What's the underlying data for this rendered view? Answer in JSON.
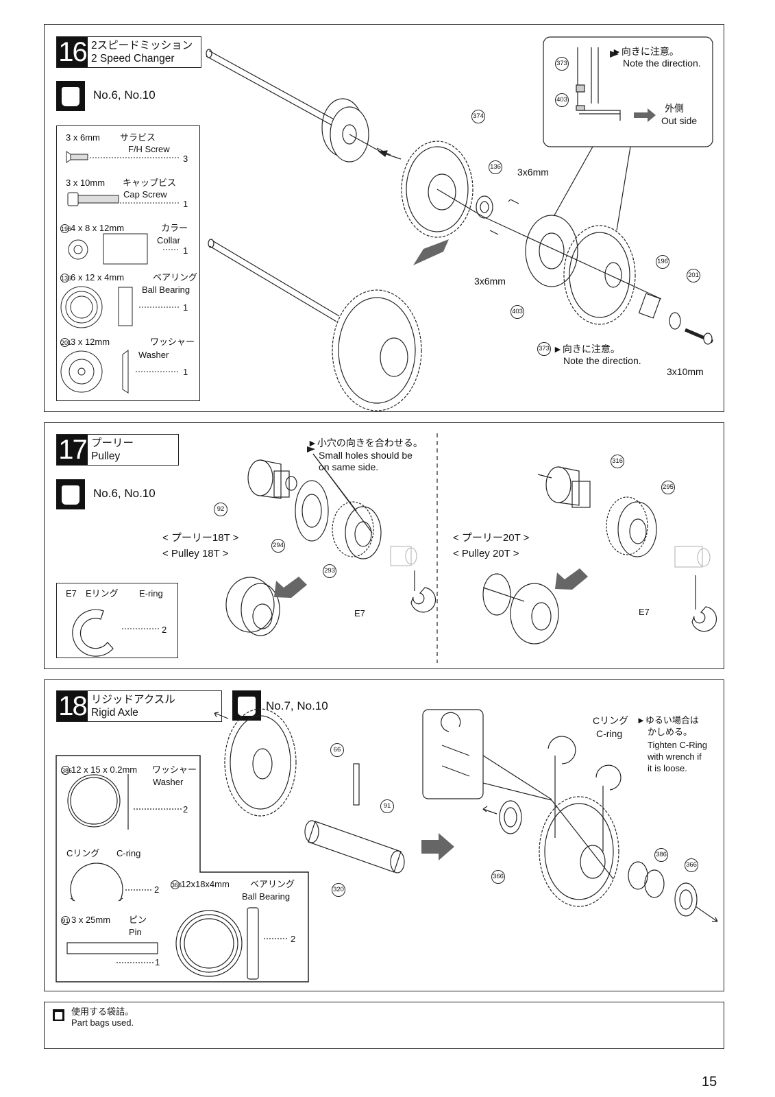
{
  "steps": {
    "s16": {
      "number": "16",
      "title_ja": "2スピードミッション",
      "title_en": "2 Speed Changer",
      "bags": "No.6, No.10",
      "parts": [
        {
          "no": "",
          "size": "3 x 6mm",
          "name_ja": "サラビス",
          "name_en": "F/H Screw",
          "qty": "3"
        },
        {
          "no": "",
          "size": "3 x 10mm",
          "name_ja": "キャップビス",
          "name_en": "Cap Screw",
          "qty": "1"
        },
        {
          "no": "196",
          "size": "4 x 8 x 12mm",
          "name_ja": "カラー",
          "name_en": "Collar",
          "qty": "1"
        },
        {
          "no": "136",
          "size": "6 x 12 x 4mm",
          "name_ja": "ベアリング",
          "name_en": "Ball Bearing",
          "qty": "1"
        },
        {
          "no": "201",
          "size": "3 x 12mm",
          "name_ja": "ワッシャー",
          "name_en": "Washer",
          "qty": "1"
        }
      ],
      "inset": {
        "note_ja": "►向きに注意。",
        "note_en": "Note the direction.",
        "out_ja": "外側",
        "out_en": "Out side",
        "c1": "373",
        "c2": "403"
      },
      "callouts": {
        "c374": "374",
        "c136": "136",
        "c196": "196",
        "c201": "201",
        "c403": "403",
        "c373": "373"
      },
      "labels": {
        "screw_a": "3x6mm",
        "screw_b": "3x6mm",
        "screw_c": "3x10mm",
        "note_ja": "►向きに注意。",
        "note_en": "Note the direction."
      }
    },
    "s17": {
      "number": "17",
      "title_ja": "プーリー",
      "title_en": "Pulley",
      "bags": "No.6, No.10",
      "note_ja": "►小穴の向きを合わせる。",
      "note_en1": "Small holes should be",
      "note_en2": "on same side.",
      "left_ja": "< プーリー18T >",
      "left_en": "< Pulley 18T >",
      "right_ja": "< プーリー20T >",
      "right_en": "< Pulley 20T >",
      "parts": [
        {
          "code": "E7",
          "name_ja": "Eリング",
          "name_en": "E-ring",
          "qty": "2"
        }
      ],
      "e7a": "E7",
      "e7b": "E7",
      "callouts": {
        "c92": "92",
        "c294": "294",
        "c293": "293",
        "c316": "316",
        "c295": "295"
      }
    },
    "s18": {
      "number": "18",
      "title_ja": "リジッドアクスル",
      "title_en": "Rigid Axle",
      "bags": "No.7, No.10",
      "parts": [
        {
          "no": "386",
          "size": "12 x 15 x 0.2mm",
          "name_ja": "ワッシャー",
          "name_en": "Washer",
          "qty": "2"
        },
        {
          "no": "",
          "size": "",
          "name_ja": "Cリング",
          "name_en": "C-ring",
          "qty": "2"
        },
        {
          "no": "91",
          "size": "3 x 25mm",
          "name_ja": "ピン",
          "name_en": "Pin",
          "qty": "1"
        },
        {
          "no": "366",
          "size": "12x18x4mm",
          "name_ja": "ベアリング",
          "name_en": "Ball Bearing",
          "qty": "2"
        }
      ],
      "cring_ja": "Cリング",
      "cring_en": "C-ring",
      "note_ja1": "►ゆるい場合は",
      "note_ja2": "かしめる。",
      "note_en1": "Tighten C-Ring",
      "note_en2": "with wrench if",
      "note_en3": "it is loose.",
      "callouts": {
        "c66": "66",
        "c91": "91",
        "c320": "320",
        "c366a": "366",
        "c366b": "366",
        "c386": "386"
      }
    }
  },
  "footer": {
    "ja": "使用する袋詰。",
    "en": "Part bags used."
  },
  "page_number": "15"
}
